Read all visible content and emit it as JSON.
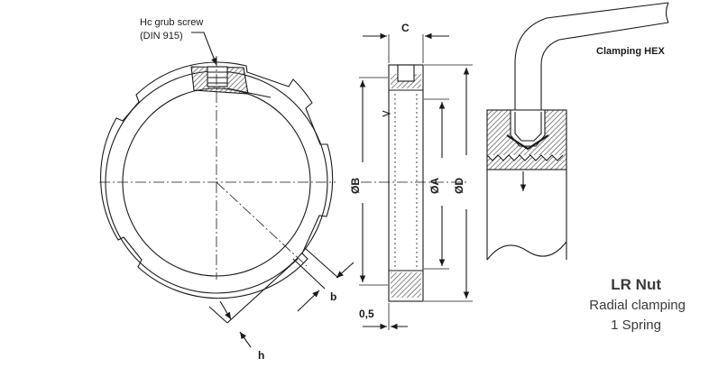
{
  "labels": {
    "grub_screw_line1": "Hc grub screw",
    "grub_screw_line2": "(DIN 915)",
    "dim_c": "C",
    "dim_b_diameter": "ØB",
    "dim_a_diameter": "ØA",
    "dim_d_diameter": "ØD",
    "dim_offset": "0,5",
    "dim_b": "b",
    "dim_h": "h",
    "clamping_hex": "Clamping HEX"
  },
  "title": {
    "name": "LR Nut",
    "line1": "Radial clamping",
    "line2": "1 Spring"
  },
  "colors": {
    "line": "#1a1a1a",
    "hatch": "#555555",
    "title_text": "#3a3a3a"
  }
}
